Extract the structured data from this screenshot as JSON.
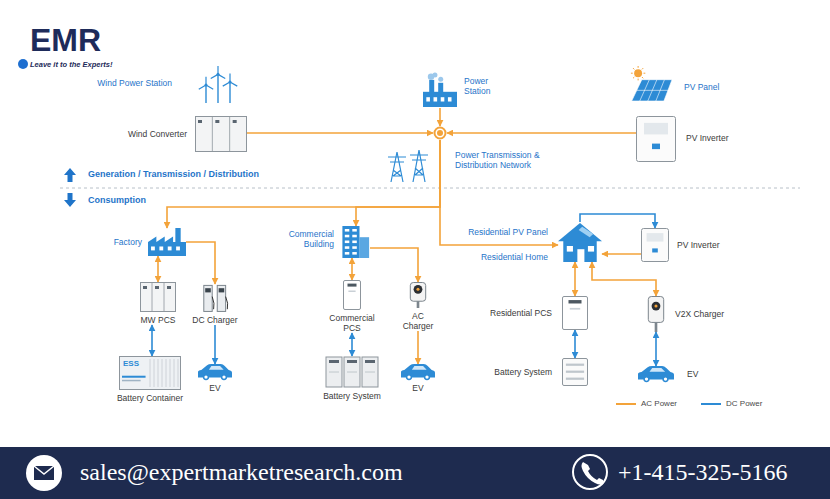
{
  "diagram": {
    "nodes": [
      {
        "text": [
          "Wind Power Station"
        ]
      },
      {
        "text": [
          "Power Station"
        ]
      },
      {
        "text": [
          "PV Panel"
        ]
      },
      {
        "text": [
          "Wind Converter"
        ]
      },
      {
        "text": [
          "Power Transmission & Distribution Network"
        ]
      },
      {
        "text": [
          "PV Inverter"
        ]
      },
      {
        "text": [
          "Factory"
        ]
      },
      {
        "text": [
          "Commercial Building"
        ]
      },
      {
        "text": [
          "Residential PV Panel",
          "Residential Home"
        ]
      },
      {
        "text": [
          "PV Inverter"
        ]
      },
      {
        "text": [
          "MW PCS"
        ]
      },
      {
        "text": [
          "DC Charger"
        ]
      },
      {
        "text": [
          "Commercial PCS"
        ]
      },
      {
        "text": [
          "AC Charger"
        ]
      },
      {
        "text": [
          "Residential PCS"
        ]
      },
      {
        "text": [
          "V2X Charger"
        ]
      },
      {
        "text": [
          "ESS",
          "Battery Container"
        ]
      },
      {
        "text": [
          "EV"
        ]
      },
      {
        "text": [
          "Battery System"
        ]
      },
      {
        "text": [
          "EV"
        ]
      },
      {
        "text": [
          "Battery System"
        ]
      },
      {
        "text": [
          "EV"
        ]
      }
    ],
    "edges": [
      {
        "from": 3,
        "to": 4,
        "arrow": "to"
      },
      {
        "from": 1,
        "to": 4,
        "arrow": "to"
      },
      {
        "from": 5,
        "to": 4,
        "arrow": "to"
      },
      {
        "from": 4,
        "to": 6,
        "arrow": "to"
      },
      {
        "from": 4,
        "to": 7,
        "arrow": "to"
      },
      {
        "from": 4,
        "to": 8,
        "arrow": "to"
      },
      {
        "from": 8,
        "to": 9,
        "arrow": "to"
      },
      {
        "from": 9,
        "to": 8,
        "arrow": "to"
      },
      {
        "from": 6,
        "to": 10,
        "arrow": "both"
      },
      {
        "from": 6,
        "to": 11,
        "arrow": "to"
      },
      {
        "from": 10,
        "to": 16,
        "arrow": "both"
      },
      {
        "from": 11,
        "to": 17,
        "arrow": "to"
      },
      {
        "from": 7,
        "to": 12,
        "arrow": "both"
      },
      {
        "from": 7,
        "to": 13,
        "arrow": "to"
      },
      {
        "from": 12,
        "to": 18,
        "arrow": "both"
      },
      {
        "from": 13,
        "to": 19,
        "arrow": "to"
      },
      {
        "from": 8,
        "to": 14,
        "arrow": "both"
      },
      {
        "from": 8,
        "to": 15,
        "arrow": "both"
      },
      {
        "from": 14,
        "to": 20,
        "arrow": "both"
      },
      {
        "from": 15,
        "to": 21,
        "arrow": "both"
      }
    ],
    "labels": [
      "EMR",
      "Leave it to the Experts!",
      "Generation / Transmission / Distribution",
      "Consumption",
      "sales@expertmarketresearch.com",
      "+1-415-325-5166"
    ],
    "legend": [
      {
        "text": "AC Power",
        "color": "#f3a33a"
      },
      {
        "text": "DC Power",
        "color": "#2d8bd5"
      }
    ]
  }
}
